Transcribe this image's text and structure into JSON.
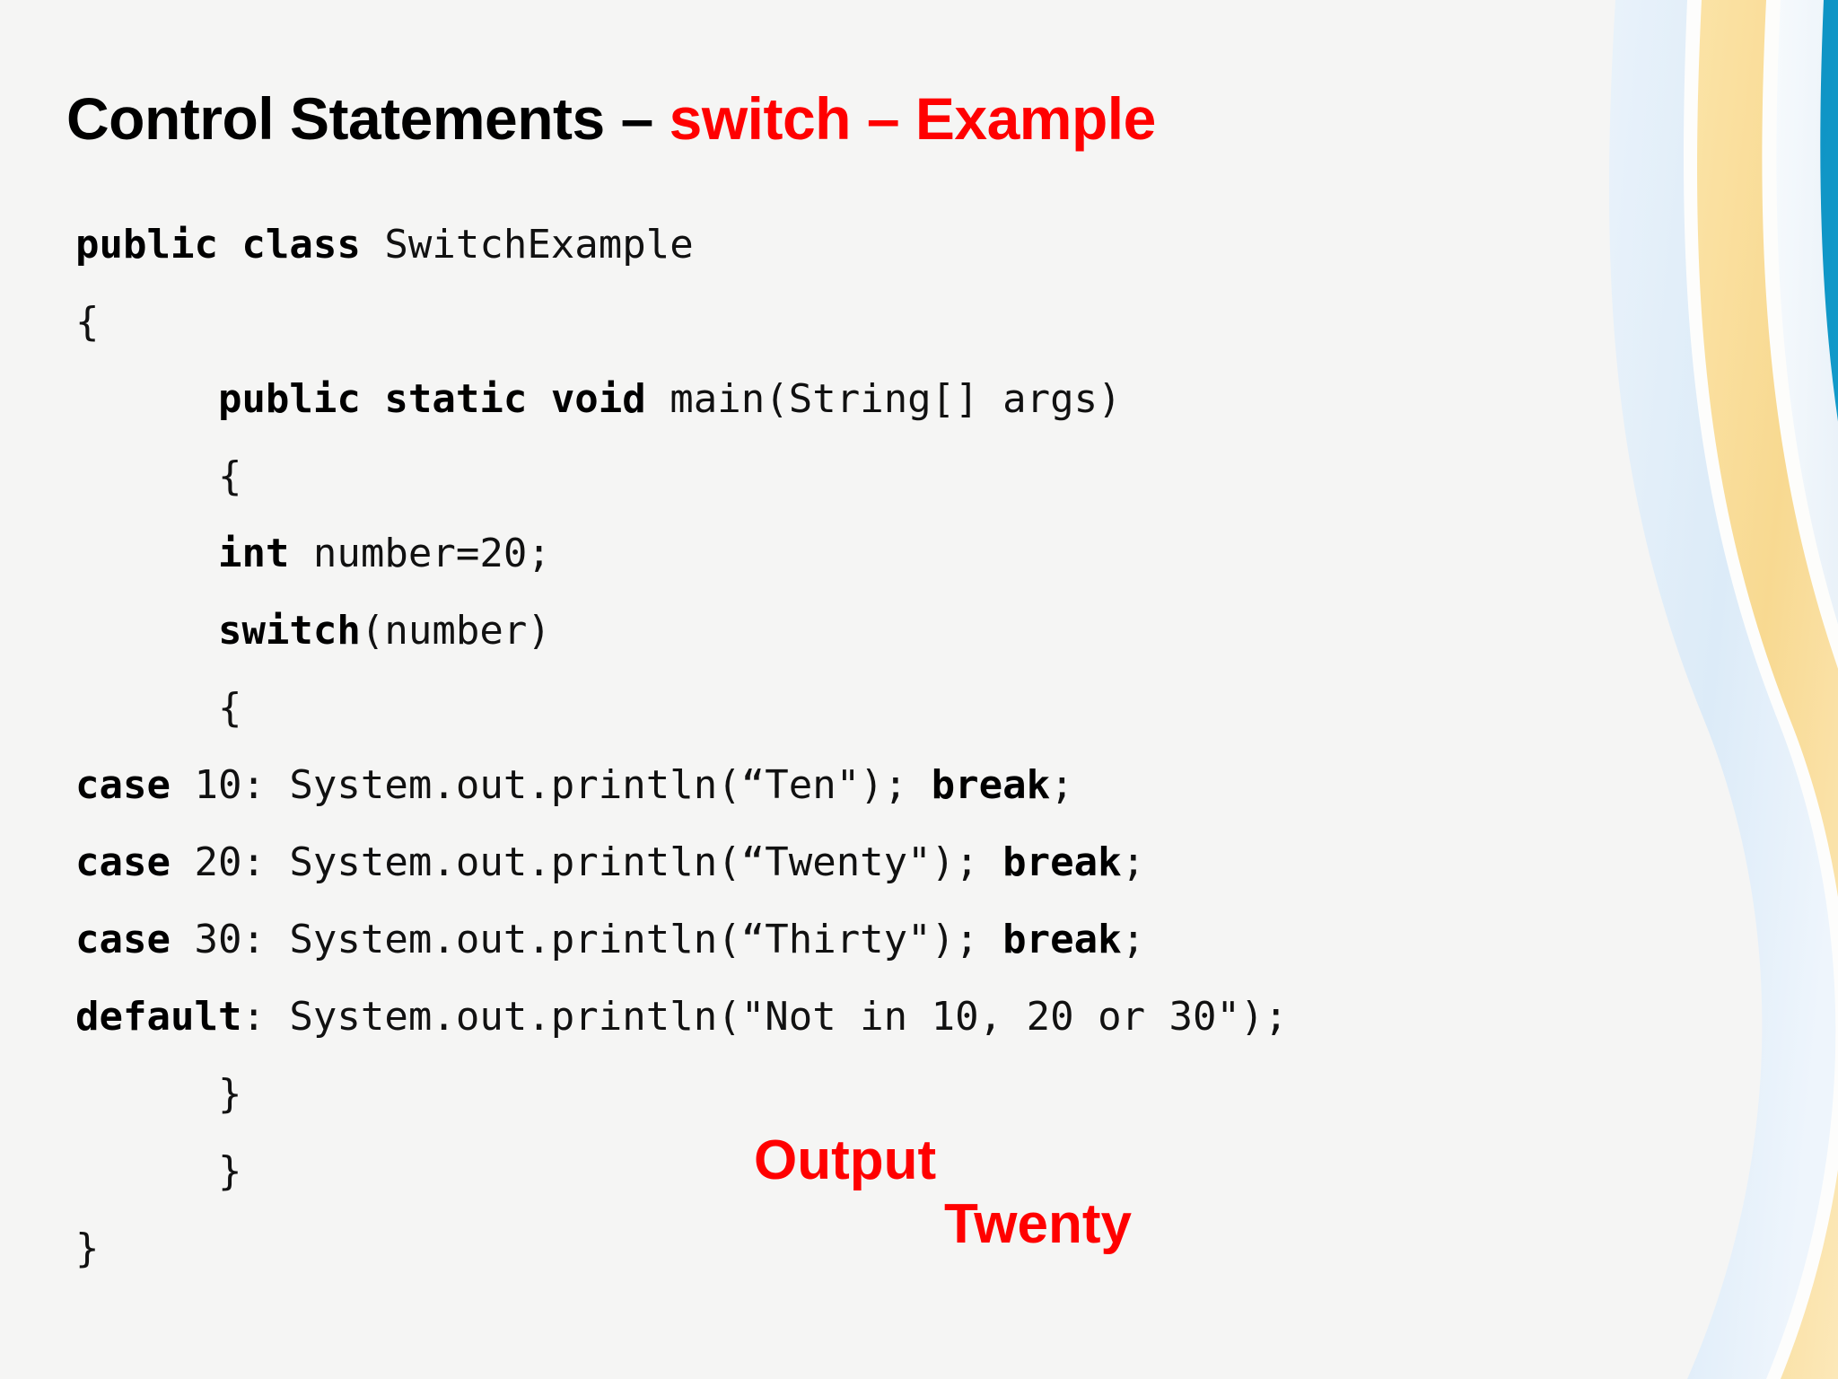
{
  "slide": {
    "background_color": "#f5f5f4",
    "title": {
      "main": "Control Statements – ",
      "highlight": "switch – Example",
      "main_color": "#000000",
      "highlight_color": "#ff0000"
    },
    "code": {
      "language": "java",
      "lines": [
        {
          "indent": 0,
          "tokens": [
            {
              "t": "public class ",
              "bold": true
            },
            {
              "t": "SwitchExample",
              "bold": false
            }
          ]
        },
        {
          "indent": 0,
          "tokens": [
            {
              "t": "{",
              "bold": false
            }
          ]
        },
        {
          "indent": 6,
          "tokens": [
            {
              "t": "public static void ",
              "bold": true
            },
            {
              "t": "main(String[] args)",
              "bold": false
            }
          ]
        },
        {
          "indent": 6,
          "tokens": [
            {
              "t": "{",
              "bold": false
            }
          ]
        },
        {
          "indent": 6,
          "tokens": [
            {
              "t": "int ",
              "bold": true
            },
            {
              "t": "number=20;",
              "bold": false
            }
          ]
        },
        {
          "indent": 6,
          "tokens": [
            {
              "t": "switch",
              "bold": true
            },
            {
              "t": "(number)",
              "bold": false
            }
          ]
        },
        {
          "indent": 6,
          "tokens": [
            {
              "t": "{",
              "bold": false
            }
          ]
        },
        {
          "indent": 0,
          "tokens": [
            {
              "t": "case ",
              "bold": true
            },
            {
              "t": "10: System.out.println(“Ten\"); ",
              "bold": false
            },
            {
              "t": "break",
              "bold": true
            },
            {
              "t": ";",
              "bold": false
            }
          ]
        },
        {
          "indent": 0,
          "tokens": [
            {
              "t": "case ",
              "bold": true
            },
            {
              "t": "20: System.out.println(“Twenty\"); ",
              "bold": false
            },
            {
              "t": "break",
              "bold": true
            },
            {
              "t": ";",
              "bold": false
            }
          ]
        },
        {
          "indent": 0,
          "tokens": [
            {
              "t": "case ",
              "bold": true
            },
            {
              "t": "30: System.out.println(“Thirty\"); ",
              "bold": false
            },
            {
              "t": "break",
              "bold": true
            },
            {
              "t": ";",
              "bold": false
            }
          ]
        },
        {
          "indent": 0,
          "tokens": [
            {
              "t": "default",
              "bold": true
            },
            {
              "t": ": System.out.println(\"Not in 10, 20 or 30\");",
              "bold": false
            }
          ]
        },
        {
          "indent": 6,
          "tokens": [
            {
              "t": "}",
              "bold": false
            }
          ]
        },
        {
          "indent": 6,
          "tokens": [
            {
              "t": "}",
              "bold": false
            }
          ]
        },
        {
          "indent": 0,
          "tokens": [
            {
              "t": "}",
              "bold": false
            }
          ]
        }
      ]
    },
    "output": {
      "label": "Output",
      "value": "Twenty",
      "color": "#ff0000"
    },
    "decoration": {
      "name": "curved-swoosh",
      "colors": {
        "pale_blue": "#dceaf7",
        "very_pale_blue": "#eef5fb",
        "white_gap": "#fdfdfc",
        "sand": "#f7d98c",
        "sand_light": "#fbe4a8",
        "blue": "#159fcd",
        "blue_dark": "#0f8fbe"
      }
    }
  }
}
